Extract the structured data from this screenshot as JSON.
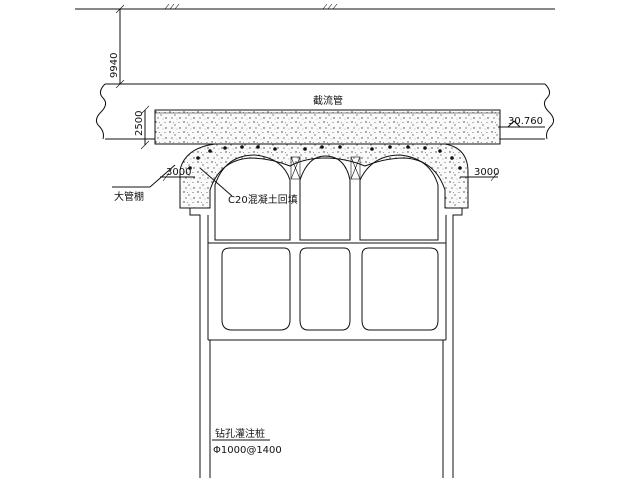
{
  "drawing": {
    "top_dim_label": "9940",
    "layer_thickness_label": "2500",
    "pipe_label": "截流管",
    "elevation_label": "30.760",
    "left_width_label": "3000",
    "right_width_label": "3000",
    "canopy_label": "大管棚",
    "backfill_label": "C20混凝土回填",
    "pile_label": "钻孔灌注桩",
    "pile_spec_label": "Φ1000@1400"
  }
}
